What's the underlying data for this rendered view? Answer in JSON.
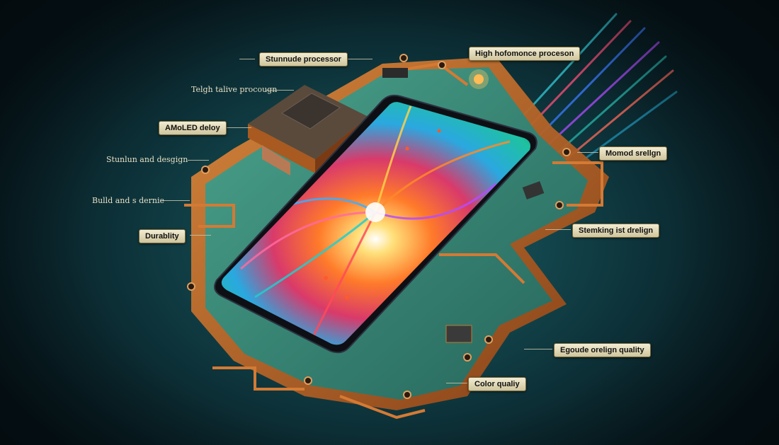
{
  "image": {
    "subject": "Smartphone with colorful burst wallpaper on layered circuit boards, annotated with feature callouts",
    "colors": {
      "background_center": "#1b5a60",
      "background_edge": "#061519",
      "copper": "#c06a2a",
      "pcb_green": "#3c8a78",
      "label_bg": "#e8e1c2",
      "label_text": "#111111"
    }
  },
  "callouts": {
    "top_center": "Stunnude processor",
    "top_right": "High hofomonce proceson",
    "left_1": "Telgh talive procougn",
    "left_2": "AMoLED deloy",
    "left_3": "Stunlun and desgign",
    "left_4": "Bulld and s dernie",
    "left_5": "Durablity",
    "right_1": "Momod srellgn",
    "right_2": "Stemking ist drelign",
    "bottom_right": "Egoude orelign quality",
    "bottom_center": "Color qualiy"
  }
}
